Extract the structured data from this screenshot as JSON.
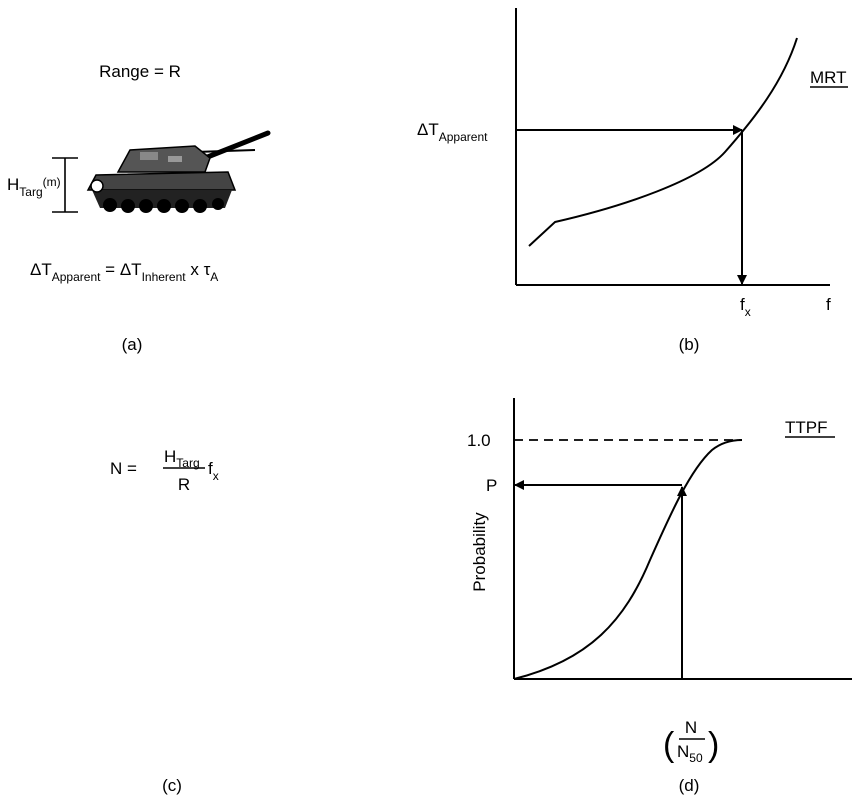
{
  "panel_a": {
    "range_label": "Range = R",
    "height_symbol": "H",
    "height_subscript": "Targ",
    "height_unit": "(m)",
    "eq_lhs_symbol": "ΔT",
    "eq_lhs_subscript": "Apparent",
    "eq_equals": " = ",
    "eq_rhs_symbol": "ΔT",
    "eq_rhs_subscript": "Inherent",
    "eq_times": " x ",
    "eq_tau": "τ",
    "eq_tau_subscript": "A",
    "caption": "(a)"
  },
  "panel_b": {
    "curve_label": "MRT",
    "y_marker_symbol": "ΔT",
    "y_marker_subscript": "Apparent",
    "x_marker_symbol": "f",
    "x_marker_subscript": "x",
    "x_axis_label": "f",
    "caption": "(b)"
  },
  "panel_c": {
    "lhs": "N = ",
    "num_symbol": "H",
    "num_subscript": "Targ",
    "den": "R",
    "rhs_symbol": "f",
    "rhs_subscript": "x",
    "caption": "(c)"
  },
  "panel_d": {
    "curve_label": "TTPF",
    "y_axis_label": "Probability",
    "y_tick_one": "1.0",
    "y_marker": "P",
    "x_num": "N",
    "x_den_symbol": "N",
    "x_den_subscript": "50",
    "caption": "(d)"
  }
}
